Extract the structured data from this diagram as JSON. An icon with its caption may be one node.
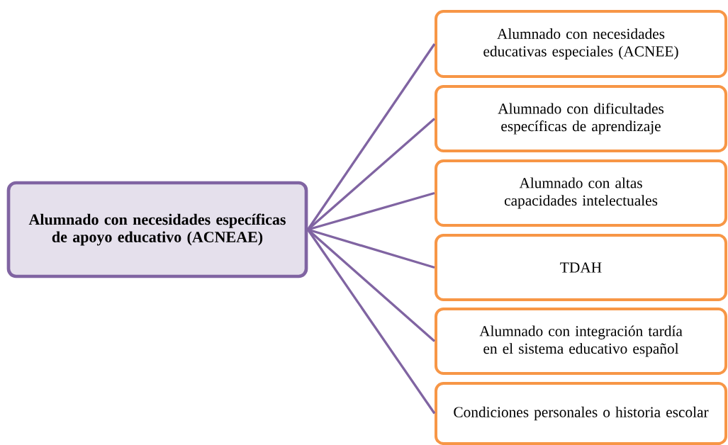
{
  "diagram": {
    "nodes": [
      {
        "text": [
          "Alumnado con necesidades específicas de apoyo educativo (ACNEAE)"
        ]
      },
      {
        "text": [
          "Alumnado con necesidades educativas especiales (ACNEE)"
        ]
      },
      {
        "text": [
          "Alumnado con dificultades específicas de aprendizaje"
        ]
      },
      {
        "text": [
          "Alumnado con altas capacidades intelectuales"
        ]
      },
      {
        "text": [
          "TDAH"
        ]
      },
      {
        "text": [
          "Alumnado con integración tardía en el sistema educativo español"
        ]
      },
      {
        "text": [
          "Condiciones personales o historia escolar"
        ]
      }
    ],
    "edges": [
      {
        "from": 0,
        "to": 1,
        "arrow": "none"
      },
      {
        "from": 0,
        "to": 2,
        "arrow": "none"
      },
      {
        "from": 0,
        "to": 3,
        "arrow": "none"
      },
      {
        "from": 0,
        "to": 4,
        "arrow": "none"
      },
      {
        "from": 0,
        "to": 5,
        "arrow": "none"
      },
      {
        "from": 0,
        "to": 6,
        "arrow": "none"
      }
    ]
  }
}
